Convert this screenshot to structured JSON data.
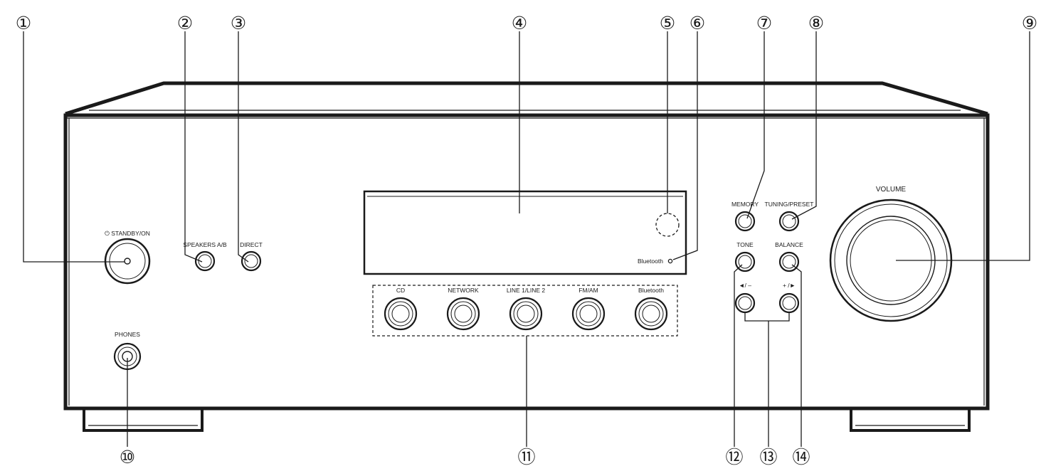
{
  "labels": {
    "standby": "⏻ STANDBY/ON",
    "speakers": "SPEAKERS A/B",
    "direct": "DIRECT",
    "phones": "PHONES",
    "memory": "MEMORY",
    "tuning": "TUNING/PRESET",
    "tone": "TONE",
    "balance": "BALANCE",
    "minus": "◄/ –",
    "plus": "+ /►",
    "volume": "VOLUME",
    "display_bt": "Bluetooth",
    "input_cd": "CD",
    "input_network": "NETWORK",
    "input_line": "LINE 1/LINE 2",
    "input_fmam": "FM/AM",
    "input_bt": "Bluetooth"
  },
  "callouts": [
    "①",
    "②",
    "③",
    "④",
    "⑤",
    "⑥",
    "⑦",
    "⑧",
    "⑨",
    "⑩",
    "⑪",
    "⑫",
    "⑬",
    "⑭"
  ]
}
